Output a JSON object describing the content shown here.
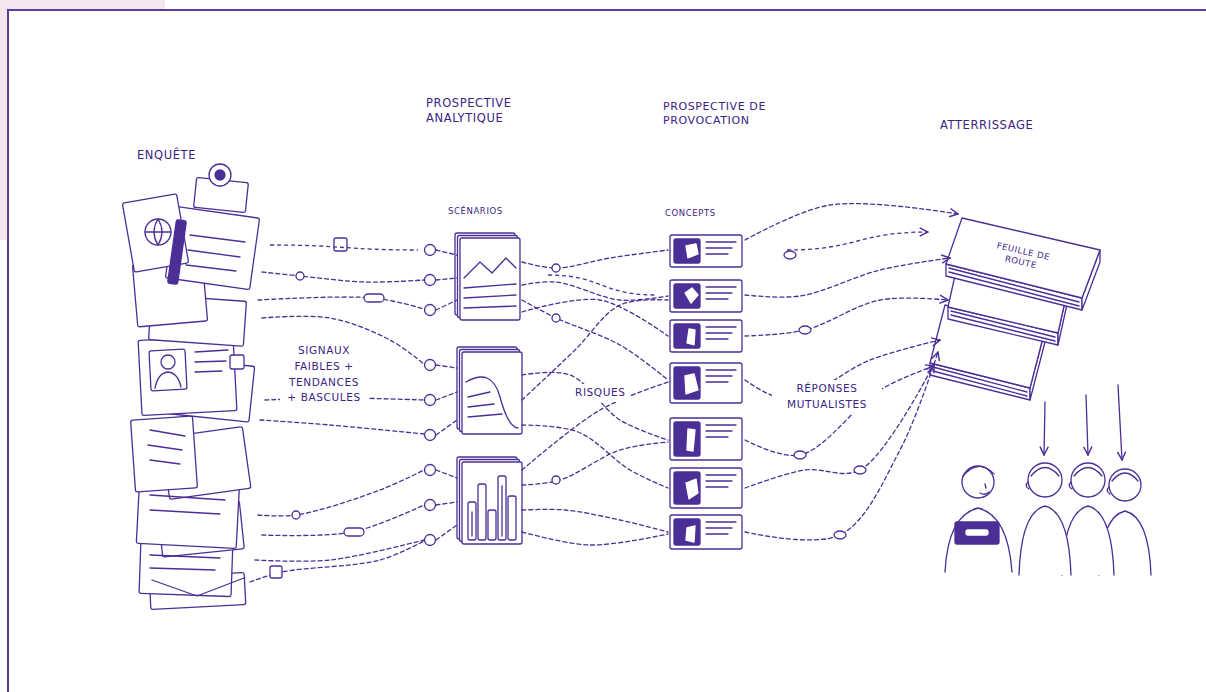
{
  "diagram": {
    "nodes": [
      {
        "text": [
          "ENQUÊTE"
        ]
      },
      {
        "text": [
          "PROSPECTIVE ANALYTIQUE",
          "SCÉNARIOS"
        ]
      },
      {
        "text": [
          "PROSPECTIVE DE PROVOCATION",
          "CONCEPTS"
        ]
      },
      {
        "text": [
          "ATTERRISSAGE",
          "FEUILLE DE ROUTE"
        ]
      }
    ],
    "edges": [
      {
        "from": 0,
        "to": 1,
        "arrow": "none"
      },
      {
        "from": 1,
        "to": 2,
        "arrow": "none"
      },
      {
        "from": 2,
        "to": 3,
        "arrow": "to"
      }
    ],
    "labels": [
      "SIGNAUX FAIBLES + TENDANCES + BASCULES",
      "RISQUES",
      "RÉPONSES MUTUALISTES"
    ]
  }
}
